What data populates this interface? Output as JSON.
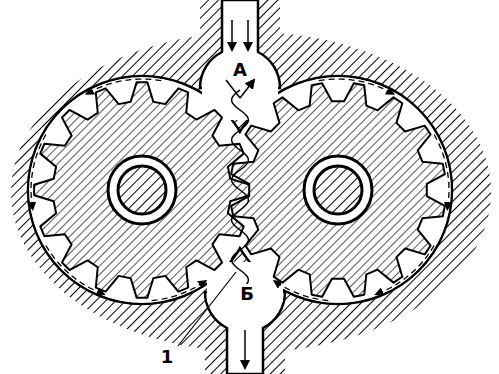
{
  "diagram": {
    "labels": [
      "А",
      "Б",
      "1"
    ]
  }
}
